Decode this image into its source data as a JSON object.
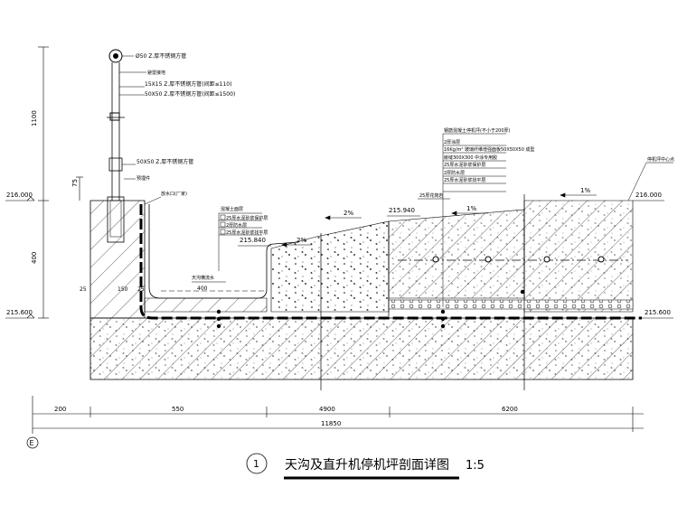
{
  "drawing": {
    "title": "天沟及直升机停机坪剖面详图",
    "scale": "1:5",
    "detail_number": "1",
    "axis_label": "E"
  },
  "dimensions": {
    "top_vertical": "1100",
    "small_vertical": "75",
    "mid_vertical": "400",
    "small_25": "25",
    "dim_150": "150",
    "dim_25b": "25",
    "bottom_segments": [
      "200",
      "550",
      "4900",
      "6200"
    ],
    "total": "11850",
    "gutter_width": "400"
  },
  "elevations": {
    "left_top": "216.000",
    "left_bottom": "215.600",
    "gutter_edge": "215.840",
    "mid_top": "215.940",
    "right_top": "216.000",
    "right_bottom": "215.600"
  },
  "slopes": {
    "gutter": "2%",
    "left_plate": "2%",
    "mid": "1%",
    "right": "1%"
  },
  "callouts": {
    "pipe_top": "Ø50 Z.厚不锈钢方管",
    "lightning": "避雷接地",
    "rail_1": "15X15 Z.厚不锈钢方管(间距≤110)",
    "rail_2": "50X50 Z.厚不锈钢方管(间距≤1500)",
    "post_base": "50X50 Z.厚不锈钢方管",
    "anchor": "预埋件",
    "rebar": "放水口(厂家)",
    "gutter_layers_head": "混凝土面层",
    "gutter_layer_1": "25厚水泥砂浆保护层",
    "gutter_layer_2": "2厚防水层",
    "gutter_layer_3": "25厚水泥砂浆找平层",
    "gutter_drain": "天沟横流水",
    "stone_label": "25厚花岗岩",
    "mid_note_1": "钢筋混凝土停机坪(不小于200厚)",
    "mid_note_2": "2厚涂层",
    "mid_note_3": "16Kg/m² 玻璃纤维增强面板50X50X50 成型",
    "mid_note_4": "嵌缝300X300 中涂专用胶",
    "mid_note_5": "25厚水泥砂浆保护层",
    "mid_note_6": "2厚防水层",
    "mid_note_7": "25厚水泥砂浆找平层",
    "right_note": "停机坪中心点"
  }
}
